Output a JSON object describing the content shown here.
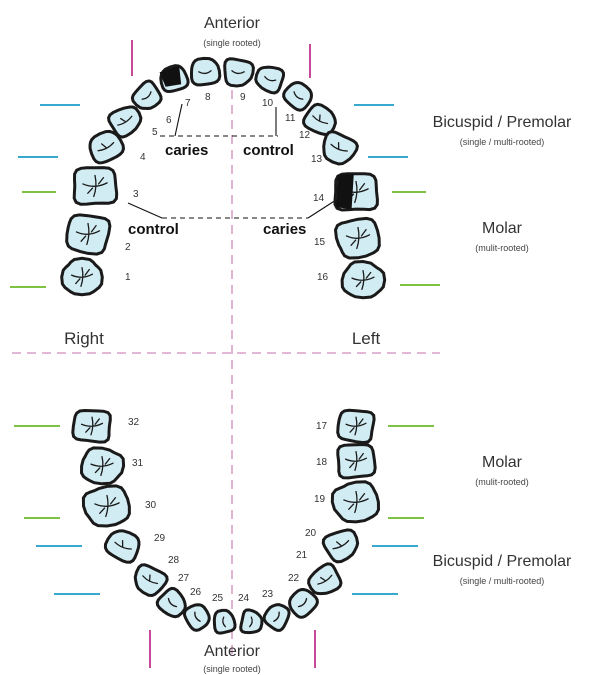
{
  "labels": {
    "anterior_top": "Anterior",
    "anterior_top_sub": "(single rooted)",
    "anterior_bottom": "Anterior",
    "anterior_bottom_sub": "(single rooted)",
    "bicuspid_top": "Bicuspid / Premolar",
    "bicuspid_top_sub": "(single / multi-rooted)",
    "molar_top": "Molar",
    "molar_top_sub": "(mulit-rooted)",
    "molar_bottom": "Molar",
    "molar_bottom_sub": "(mulit-rooted)",
    "bicuspid_bottom": "Bicuspid / Premolar",
    "bicuspid_bottom_sub": "(single / multi-rooted)",
    "right": "Right",
    "left": "Left"
  },
  "annotations": {
    "caries_upper_left": "caries",
    "control_upper_right": "control",
    "control_mid_left": "control",
    "caries_mid_right": "caries"
  },
  "colors": {
    "tooth_fill": "#d2ecf3",
    "outline": "#1a1a1a",
    "anterior_marker": "#c8489a",
    "premolar_marker": "#3aa9d0",
    "molar_marker": "#7dc243",
    "midline": "#d9a0c8"
  },
  "teeth": [
    {
      "number": "1",
      "type": "molar"
    },
    {
      "number": "2",
      "type": "molar"
    },
    {
      "number": "3",
      "type": "molar"
    },
    {
      "number": "4",
      "type": "premolar"
    },
    {
      "number": "5",
      "type": "premolar"
    },
    {
      "number": "6",
      "type": "anterior"
    },
    {
      "number": "7",
      "type": "anterior",
      "caries": true
    },
    {
      "number": "8",
      "type": "anterior"
    },
    {
      "number": "9",
      "type": "anterior"
    },
    {
      "number": "10",
      "type": "anterior"
    },
    {
      "number": "11",
      "type": "anterior"
    },
    {
      "number": "12",
      "type": "premolar"
    },
    {
      "number": "13",
      "type": "premolar"
    },
    {
      "number": "14",
      "type": "molar",
      "caries": true
    },
    {
      "number": "15",
      "type": "molar"
    },
    {
      "number": "16",
      "type": "molar"
    },
    {
      "number": "17",
      "type": "molar"
    },
    {
      "number": "18",
      "type": "molar"
    },
    {
      "number": "19",
      "type": "molar"
    },
    {
      "number": "20",
      "type": "premolar"
    },
    {
      "number": "21",
      "type": "premolar"
    },
    {
      "number": "22",
      "type": "anterior"
    },
    {
      "number": "23",
      "type": "anterior"
    },
    {
      "number": "24",
      "type": "anterior"
    },
    {
      "number": "25",
      "type": "anterior"
    },
    {
      "number": "26",
      "type": "anterior"
    },
    {
      "number": "27",
      "type": "anterior"
    },
    {
      "number": "28",
      "type": "premolar"
    },
    {
      "number": "29",
      "type": "premolar"
    },
    {
      "number": "30",
      "type": "molar"
    },
    {
      "number": "31",
      "type": "molar"
    },
    {
      "number": "32",
      "type": "molar"
    }
  ]
}
